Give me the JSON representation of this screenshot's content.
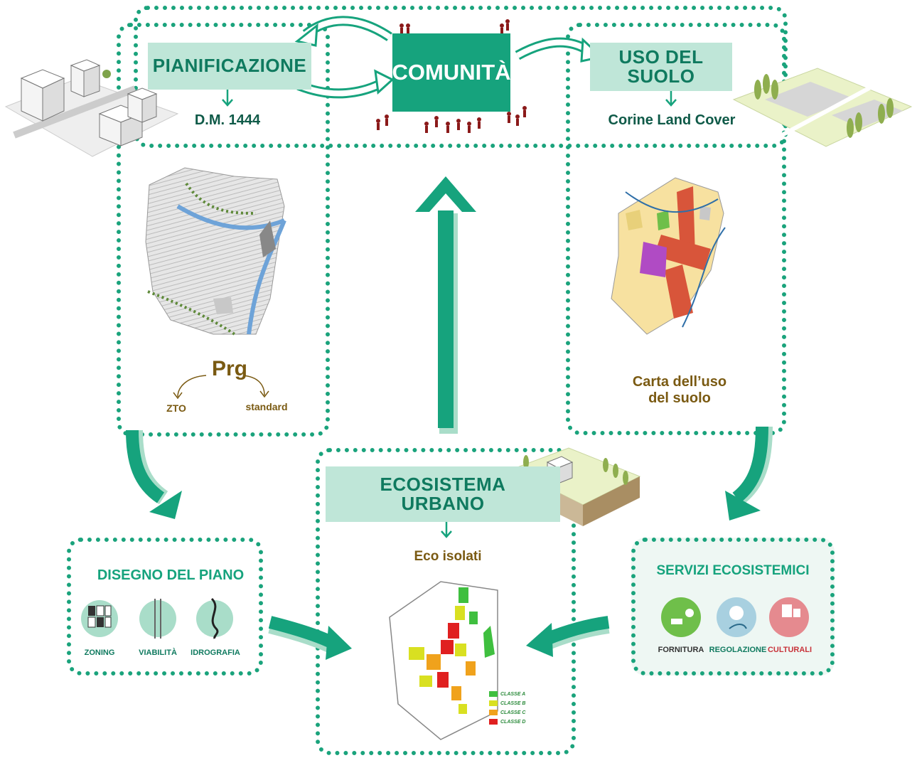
{
  "diagram": {
    "comunita": {
      "label": "COMUNITÀ"
    },
    "pianificazione": {
      "label": "PIANIFICAZIONE",
      "sub": "D.M. 1444"
    },
    "uso_suolo": {
      "label": "USO DEL SUOLO",
      "sub": "Corine Land Cover"
    },
    "prg": {
      "label": "Prg",
      "left": "ZTO",
      "right": "standard"
    },
    "carta": {
      "line1": "Carta dell’uso",
      "line2": "del suolo"
    },
    "ecosistema": {
      "line1": "ECOSISTEMA",
      "line2": "URBANO",
      "sub": "Eco isolati"
    },
    "disegno": {
      "label": "DISEGNO DEL PIANO",
      "items": [
        "ZONING",
        "VIABILITÀ",
        "IDROGRAFIA"
      ]
    },
    "servizi": {
      "label": "SERVIZI ECOSISTEMICI",
      "items": [
        "FORNITURA",
        "REGOLAZIONE",
        "CULTURALI"
      ]
    },
    "legend": [
      {
        "label": "CLASSE A",
        "color": "#3fbf3f"
      },
      {
        "label": "CLASSE B",
        "color": "#d9e021"
      },
      {
        "label": "CLASSE C",
        "color": "#f0a21c"
      },
      {
        "label": "CLASSE D",
        "color": "#e02020"
      }
    ],
    "colors": {
      "accent": "#16a37d",
      "band": "#bfe6d8",
      "brown": "#7a5a12",
      "culturali": "#c8333a"
    }
  }
}
